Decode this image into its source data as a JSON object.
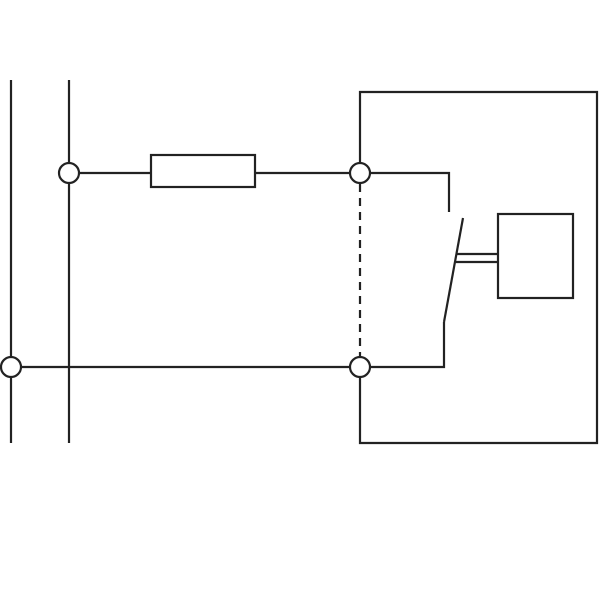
{
  "diagram": {
    "description_text": "",
    "colors": {
      "stroke": "#222222",
      "background": "#ffffff"
    },
    "components": [
      "power-rail-left",
      "power-rail-right",
      "terminal-top-left",
      "terminal-bottom-left",
      "resistor",
      "terminal-top-right",
      "terminal-bottom-right",
      "dashed-link",
      "switch-contact",
      "actuator-box",
      "enclosure"
    ]
  }
}
